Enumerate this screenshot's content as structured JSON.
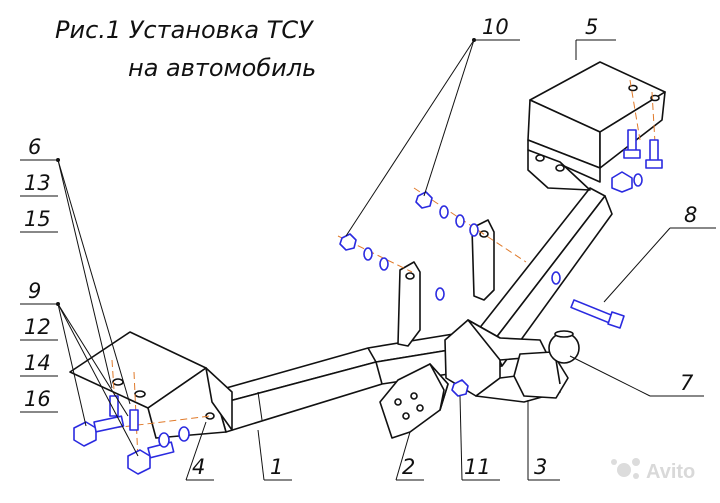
{
  "title": {
    "line1": "Рис.1 Установка ТСУ",
    "line2": "на автомобиль"
  },
  "callouts": {
    "c1": "1",
    "c2": "2",
    "c3": "3",
    "c4": "4",
    "c5": "5",
    "c6": "6",
    "c7": "7",
    "c8": "8",
    "c9": "9",
    "c10": "10",
    "c11": "11",
    "c12": "12",
    "c13": "13",
    "c14": "14",
    "c15": "15",
    "c16": "16"
  },
  "watermark": "Avito",
  "colors": {
    "line": "#111111",
    "fastener": "#2a2ae0",
    "axis": "#e07a2a"
  }
}
